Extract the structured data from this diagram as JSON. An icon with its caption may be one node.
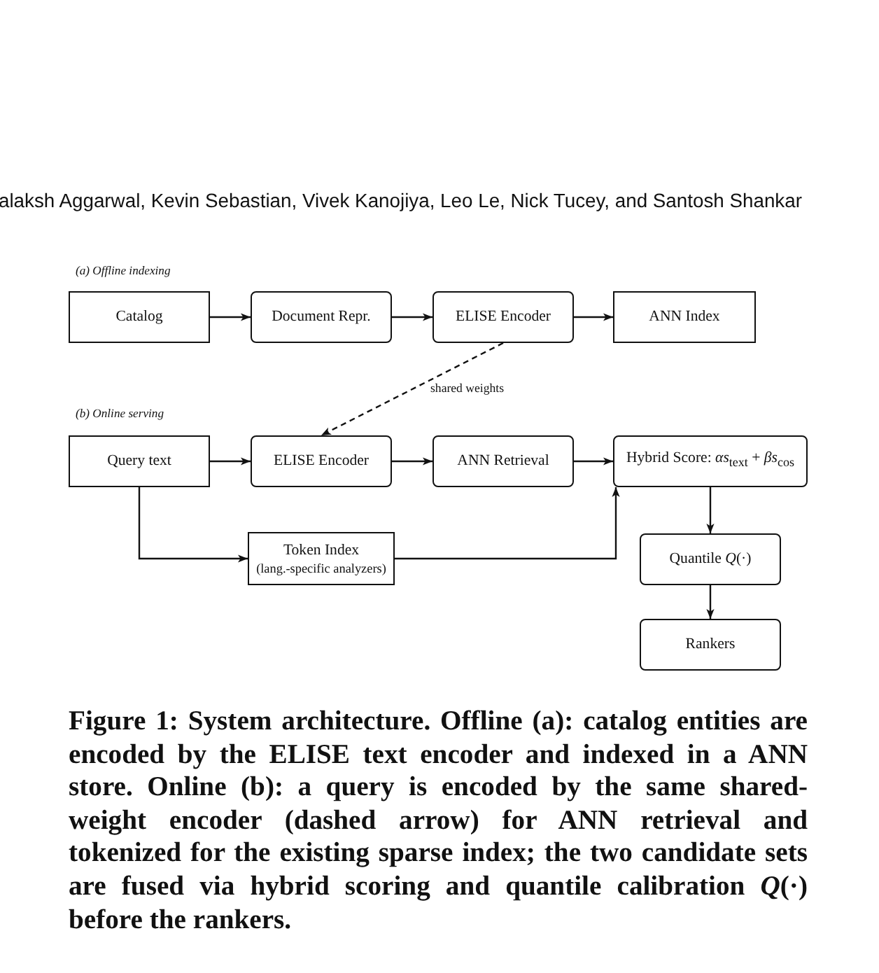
{
  "diagram": {
    "caption": "Figure 1: System architecture. Offline (a): catalog entities are encoded by the ELISE text encoder and indexed in a ANN store. Online (b): a query is encoded by the same shared-weight encoder (dashed arrow) for ANN retrieval and tokenized for the existing sparse index; the two candidate sets are fused via hybrid scoring and quantile calibration *Q*(·) before the rankers.",
    "nodes": [
      {
        "text": [
          "Catalog"
        ]
      },
      {
        "text": [
          "Document Repr."
        ]
      },
      {
        "text": [
          "ELISE Encoder"
        ]
      },
      {
        "text": [
          "ANN Index"
        ]
      },
      {
        "text": [
          "Query text"
        ]
      },
      {
        "text": [
          "ELISE Encoder"
        ]
      },
      {
        "text": [
          "ANN Retrieval"
        ]
      },
      {
        "text": [
          "Hybrid Score: *αs*$_{text}$ + *βs*$_{cos}$"
        ]
      },
      {
        "text": [
          "Token Index",
          "(lang.-specific analyzers)"
        ]
      },
      {
        "text": [
          "Quantile *Q*(·)"
        ]
      },
      {
        "text": [
          "Rankers"
        ]
      }
    ],
    "edges": [
      {
        "from": 0,
        "to": 1,
        "arrow": "to"
      },
      {
        "from": 1,
        "to": 2,
        "arrow": "to"
      },
      {
        "from": 2,
        "to": 3,
        "arrow": "to"
      },
      {
        "from": 2,
        "to": 5,
        "arrow": "to",
        "label": "shared weights",
        "style": "dashed"
      },
      {
        "from": 4,
        "to": 5,
        "arrow": "to"
      },
      {
        "from": 5,
        "to": 6,
        "arrow": "to"
      },
      {
        "from": 6,
        "to": 7,
        "arrow": "to"
      },
      {
        "from": 4,
        "to": 8,
        "arrow": "to"
      },
      {
        "from": 8,
        "to": 7,
        "arrow": "to"
      },
      {
        "from": 7,
        "to": 9,
        "arrow": "to"
      },
      {
        "from": 9,
        "to": 10,
        "arrow": "to"
      }
    ],
    "labels": [
      "alaksh Aggarwal, Kevin Sebastian, Vivek Kanojiya, Leo Le, Nick Tucey, and Santosh Shankar",
      "(a) Offline indexing",
      "(b) Online serving"
    ]
  }
}
